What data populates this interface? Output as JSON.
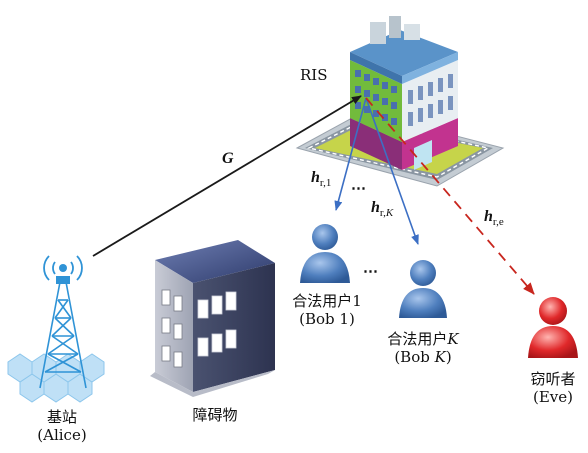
{
  "labels": {
    "ris": "RIS",
    "channel_g": "G",
    "h_r1_main": "h",
    "h_r1_sub": "r,1",
    "h_rk_main": "h",
    "h_rk_sub_prefix": "r,",
    "h_rk_sub_var": "K",
    "h_re_main": "h",
    "h_re_sub": "r,e",
    "dots_channels": "⋯",
    "dots_users": "⋯",
    "alice_cn": "基站",
    "alice_en": "(Alice)",
    "obstacle": "障碍物",
    "bob1_cn": "合法用户1",
    "bob1_en": "(Bob 1)",
    "bobk_cn_prefix": "合法用户",
    "bobk_cn_var": "K",
    "bobk_en_prefix": "(Bob ",
    "bobk_en_var": "K",
    "bobk_en_suffix": ")",
    "eve_cn": "窃听者",
    "eve_en": "(Eve)"
  },
  "colors": {
    "link_g": "#1a1a1a",
    "link_bob": "#3c6fc4",
    "link_eve": "#c8261e",
    "user_blue": "#4f7fbe",
    "user_red": "#e0282a",
    "tower": "#3aa0e0"
  },
  "icons": [
    "base-station-tower-icon",
    "obstacle-building-icon",
    "ris-building-icon",
    "user-bob1-icon",
    "user-bobk-icon",
    "eavesdropper-icon"
  ]
}
